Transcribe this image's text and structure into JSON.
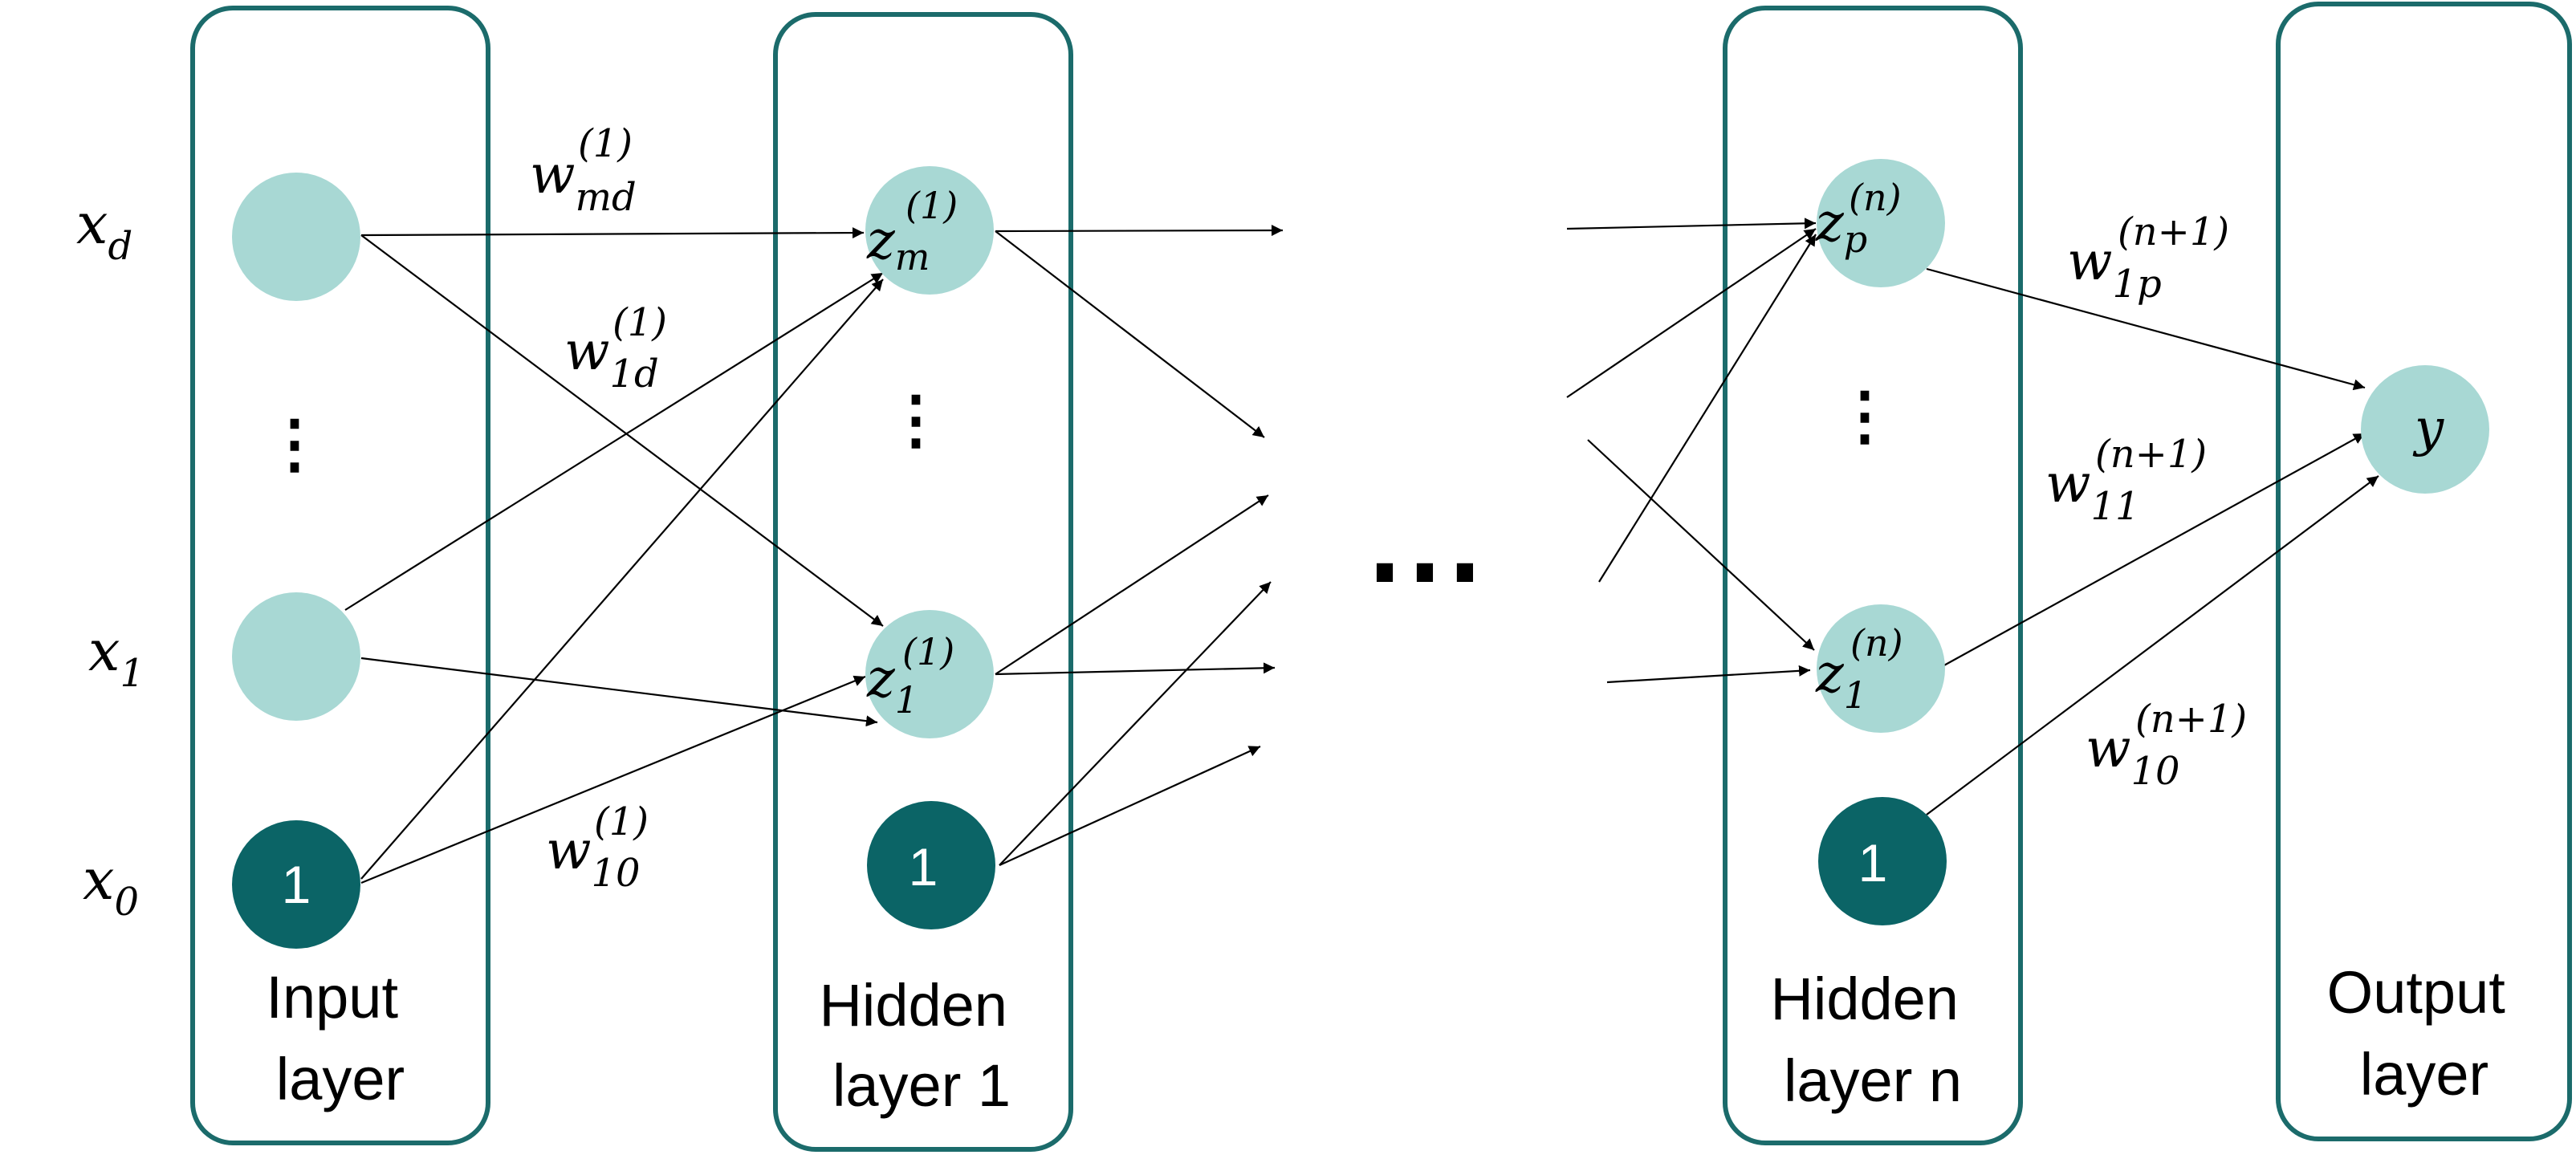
{
  "layers": {
    "input": {
      "label_line1": "Input",
      "label_line2": "layer"
    },
    "hidden1": {
      "label_line1": "Hidden",
      "label_line2": "layer 1"
    },
    "hiddenN": {
      "label_line1": "Hidden",
      "label_line2": "layer n"
    },
    "output": {
      "label_line1": "Output",
      "label_line2": "layer"
    }
  },
  "inputs": {
    "xd": {
      "base": "x",
      "sub": "d"
    },
    "x1": {
      "base": "x",
      "sub": "1"
    },
    "x0": {
      "base": "x",
      "sub": "0"
    }
  },
  "nodes": {
    "bias_label": "1",
    "zm1": {
      "base": "z",
      "sub": "m",
      "sup": "(1)"
    },
    "z11": {
      "base": "z",
      "sub": "1",
      "sup": "(1)"
    },
    "zpn": {
      "base": "z",
      "sub": "p",
      "sup": "(n)"
    },
    "z1n": {
      "base": "z",
      "sub": "1",
      "sup": "(n)"
    },
    "y": "y"
  },
  "weights": {
    "wmd1": {
      "base": "w",
      "sub": "md",
      "sup": "(1)"
    },
    "w1d1": {
      "base": "w",
      "sub": "1d",
      "sup": "(1)"
    },
    "w101": {
      "base": "w",
      "sub": "10",
      "sup": "(1)"
    },
    "w1p": {
      "base": "w",
      "sub": "1p",
      "sup": "(n+1)"
    },
    "w11": {
      "base": "w",
      "sub": "11",
      "sup": "(n+1)"
    },
    "w10": {
      "base": "w",
      "sub": "10",
      "sup": "(n+1)"
    }
  },
  "ellipsis": {
    "vertical": "⋮",
    "middle": "⋯"
  },
  "colors": {
    "box_stroke": "#1b6b6b",
    "node_light": "#a8d8d4",
    "node_dark": "#0b6466"
  }
}
